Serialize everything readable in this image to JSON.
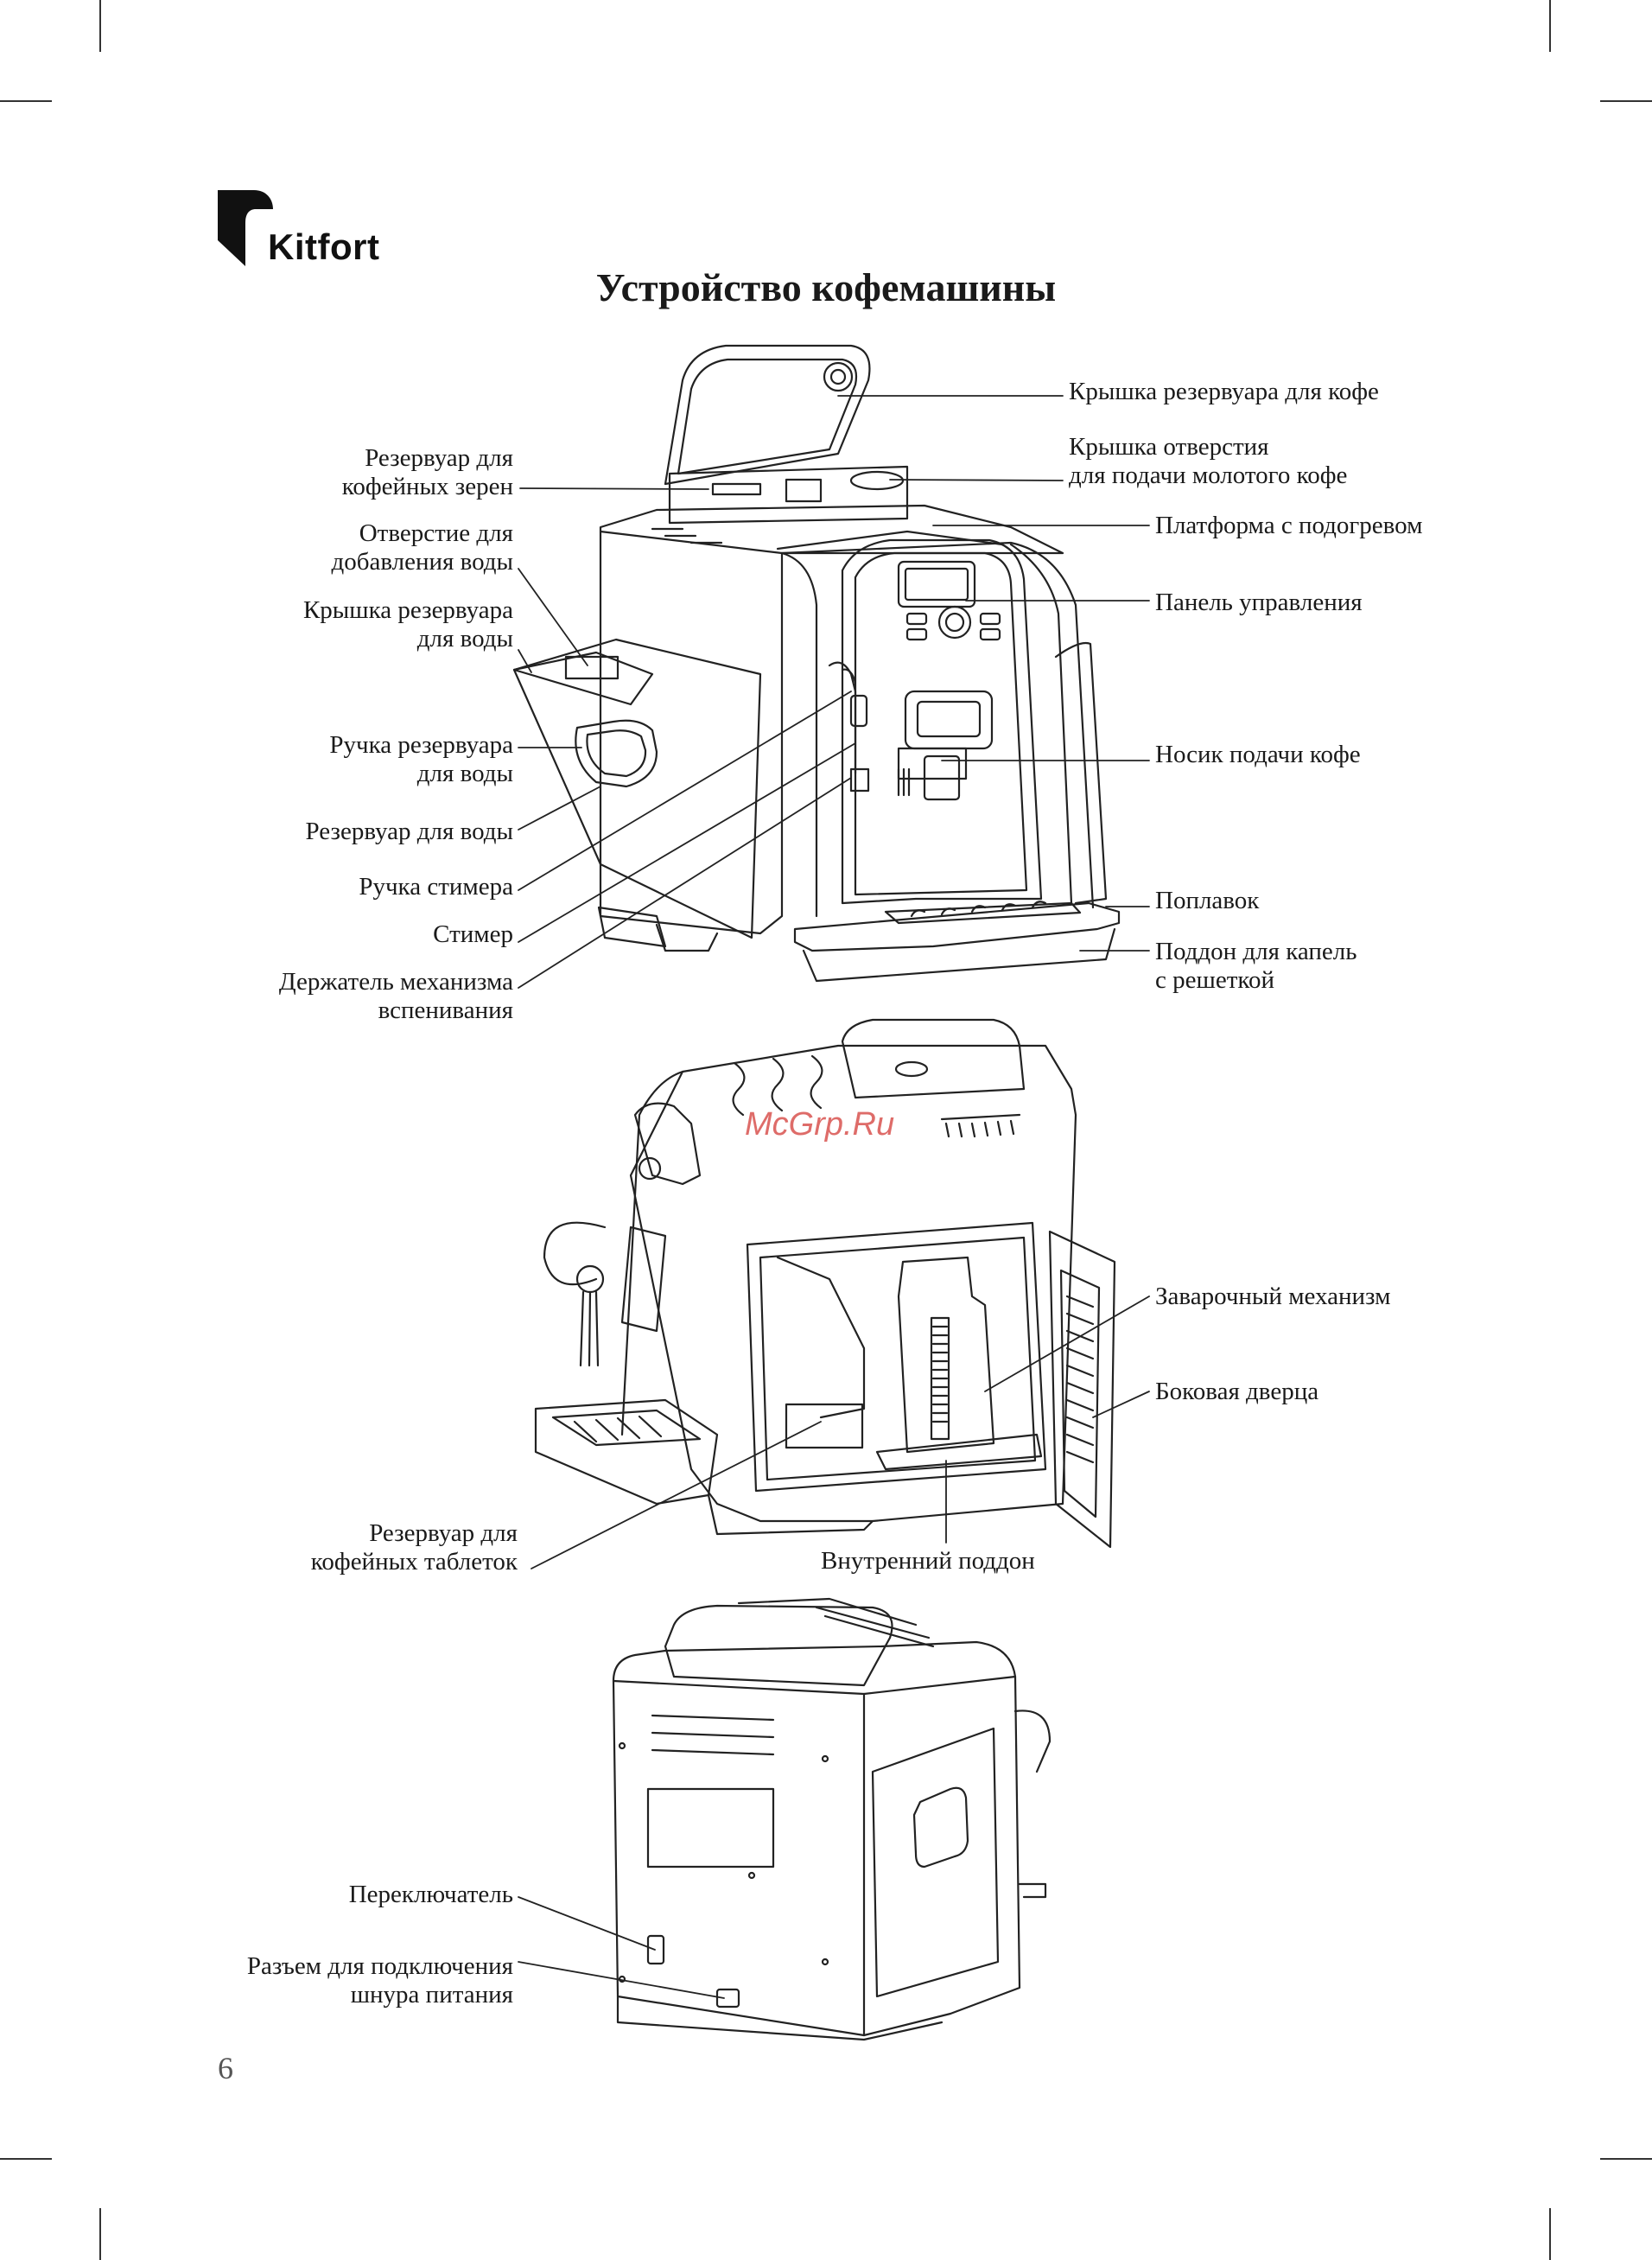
{
  "brand": {
    "name": "Kitfort"
  },
  "title": "Устройство кофемашины",
  "watermark": "McGrp.Ru",
  "page_number": "6",
  "figure1": {
    "left_labels": [
      {
        "id": "bean-reservoir",
        "lines": [
          "Резервуар для",
          "кофейных зерен"
        ]
      },
      {
        "id": "water-fill-opening",
        "lines": [
          "Отверстие для",
          "добавления воды"
        ]
      },
      {
        "id": "water-tank-lid",
        "lines": [
          "Крышка резервуара",
          "для воды"
        ]
      },
      {
        "id": "water-tank-handle",
        "lines": [
          "Ручка резервуара",
          "для воды"
        ]
      },
      {
        "id": "water-tank",
        "lines": [
          "Резервуар для воды"
        ]
      },
      {
        "id": "steamer-handle",
        "lines": [
          "Ручка стимера"
        ]
      },
      {
        "id": "steamer",
        "lines": [
          "Стимер"
        ]
      },
      {
        "id": "frother-holder",
        "lines": [
          "Держатель механизма",
          "вспенивания"
        ]
      }
    ],
    "right_labels": [
      {
        "id": "coffee-reservoir-lid",
        "lines": [
          "Крышка резервуара для кофе"
        ]
      },
      {
        "id": "ground-coffee-opening-lid",
        "lines": [
          "Крышка отверстия",
          "для подачи молотого кофе"
        ]
      },
      {
        "id": "heated-platform",
        "lines": [
          "Платформа с подогревом"
        ]
      },
      {
        "id": "control-panel",
        "lines": [
          "Панель управления"
        ]
      },
      {
        "id": "coffee-spout",
        "lines": [
          "Носик подачи кофе"
        ]
      },
      {
        "id": "float",
        "lines": [
          "Поплавок"
        ]
      },
      {
        "id": "drip-tray",
        "lines": [
          "Поддон для капель",
          "с решеткой"
        ]
      }
    ]
  },
  "figure2": {
    "labels": [
      {
        "id": "brew-unit",
        "lines": [
          "Заварочный механизм"
        ]
      },
      {
        "id": "side-door",
        "lines": [
          "Боковая дверца"
        ]
      },
      {
        "id": "coffee-tablet-reservoir",
        "lines": [
          "Резервуар для",
          "кофейных таблеток"
        ]
      },
      {
        "id": "inner-tray",
        "lines": [
          "Внутренний поддон"
        ]
      }
    ]
  },
  "figure3": {
    "labels": [
      {
        "id": "power-switch",
        "lines": [
          "Переключатель"
        ]
      },
      {
        "id": "power-socket",
        "lines": [
          "Разъем для подключения",
          "шнура питания"
        ]
      }
    ]
  }
}
